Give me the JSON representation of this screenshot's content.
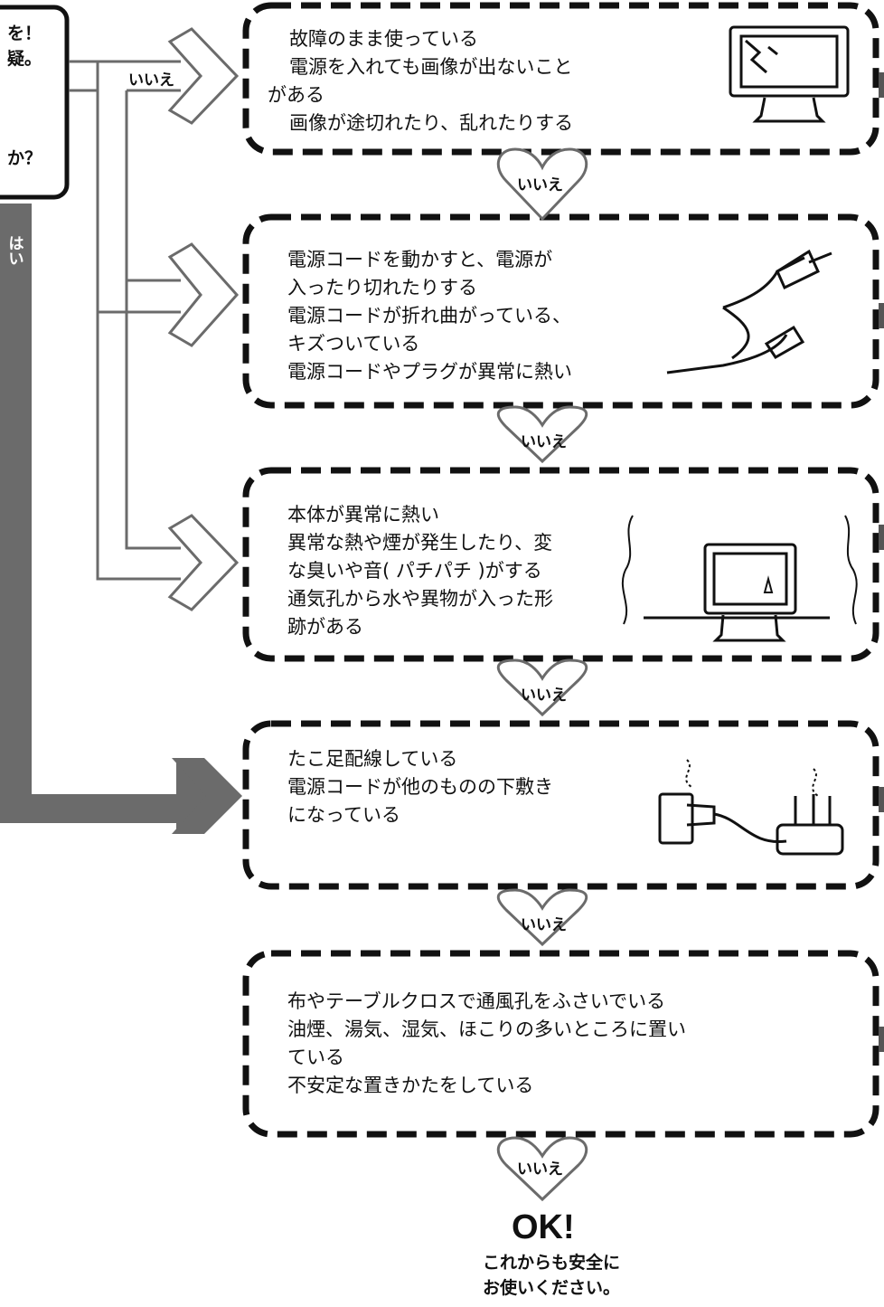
{
  "question_box": {
    "line1_fragment": "を！",
    "line2_fragment": "疑。",
    "line3_fragment": "か？"
  },
  "labels": {
    "no": "いいえ",
    "yes": "はい"
  },
  "boxes": [
    {
      "lines": [
        "故障のまま使っている",
        "電源を入れても画像が出ないこと",
        "がある",
        "画像が途切れたり、乱れたりする"
      ],
      "illustration": "broken-monitor-icon"
    },
    {
      "lines": [
        "電源コードを動かすと、電源が",
        "入ったり切れたりする",
        "電源コードが折れ曲がっている、",
        "キズついている",
        "電源コードやプラグが異常に熱い"
      ],
      "illustration": "damaged-power-cord-icon"
    },
    {
      "lines": [
        "本体が異常に熱い",
        "異常な熱や煙が発生したり、変",
        "な臭いや音( パチパチ )がする",
        "通気孔から水や異物が入った形",
        "跡がある"
      ],
      "illustration": "overheating-monitor-icon"
    },
    {
      "lines": [
        "たこ足配線している",
        "電源コードが他のものの下敷き",
        "になっている"
      ],
      "illustration": "overloaded-outlet-icon"
    },
    {
      "lines": [
        "布やテーブルクロスで通風孔をふさいでいる",
        "油煙、湯気、湿気、ほこりの多いところに置い",
        "ている",
        "不安定な置きかたをしている"
      ],
      "illustration": ""
    }
  ],
  "result": {
    "title": "OK!",
    "message_line1": "これからも安全に",
    "message_line2": "お使いください。"
  },
  "colors": {
    "yes_path": "#6b6b6b",
    "no_path": "#ffffff",
    "path_outline": "#6b6b6b",
    "box_border": "#111111"
  }
}
